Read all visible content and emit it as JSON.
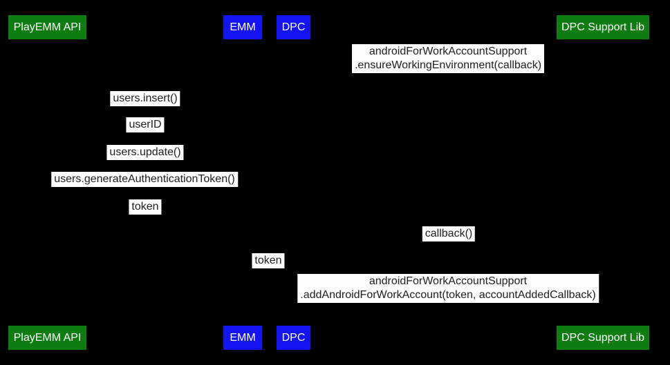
{
  "colors": {
    "background": "#000000",
    "green": "#0e7c10",
    "blue": "#1414f0",
    "label_bg": "#fdfdfd",
    "label_text": "#212121",
    "participant_text": "#ffffff"
  },
  "participants": [
    {
      "label": "PlayEMM API"
    },
    {
      "label": "EMM"
    },
    {
      "label": "DPC"
    },
    {
      "label": "DPC Support Lib"
    }
  ],
  "messages": [
    {
      "lines": [
        "androidForWorkAccountSupport",
        ".ensureWorkingEnvironment(callback)"
      ]
    },
    {
      "lines": [
        "users.insert()"
      ]
    },
    {
      "lines": [
        "userID"
      ]
    },
    {
      "lines": [
        "users.update()"
      ]
    },
    {
      "lines": [
        "users.generateAuthenticationToken()"
      ]
    },
    {
      "lines": [
        "token"
      ]
    },
    {
      "lines": [
        "callback()"
      ]
    },
    {
      "lines": [
        "token"
      ]
    },
    {
      "lines": [
        "androidForWorkAccountSupport",
        ".addAndroidForWorkAccount(token, accountAddedCallback)"
      ]
    }
  ]
}
